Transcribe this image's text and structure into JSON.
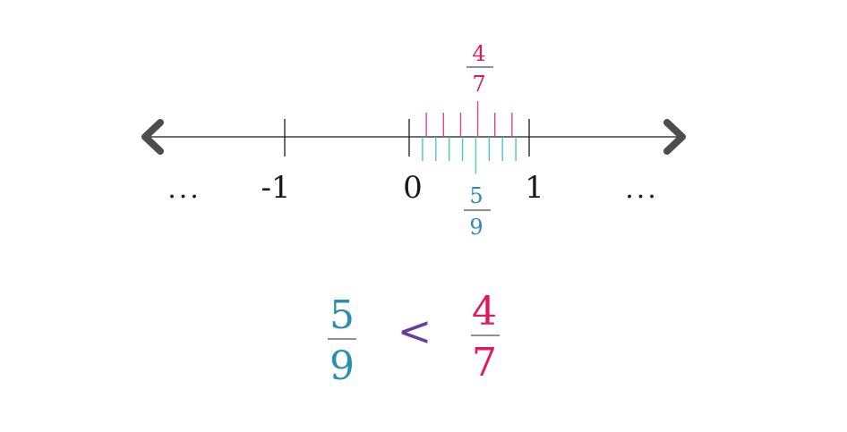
{
  "number_line": {
    "left_ellipsis": "...",
    "right_ellipsis": "...",
    "labels": [
      "-1",
      "0",
      "1"
    ],
    "top_fraction": {
      "numerator": "4",
      "denominator": "7"
    },
    "bottom_fraction": {
      "numerator": "5",
      "denominator": "9"
    },
    "top_divisions": 7,
    "bottom_divisions": 9,
    "top_mark_index": 4,
    "bottom_mark_index": 5
  },
  "comparison": {
    "left": {
      "numerator": "5",
      "denominator": "9"
    },
    "operator": "<",
    "right": {
      "numerator": "4",
      "denominator": "7"
    }
  },
  "colors": {
    "axis": "#1a1a1a",
    "arrow": "#4d4d4d",
    "sevenths": "#e8457f",
    "sevenths_text": "#e0195f",
    "ninths": "#4fc3c8",
    "ninths_text": "#2b8db0",
    "operator": "#6a3d9a"
  }
}
